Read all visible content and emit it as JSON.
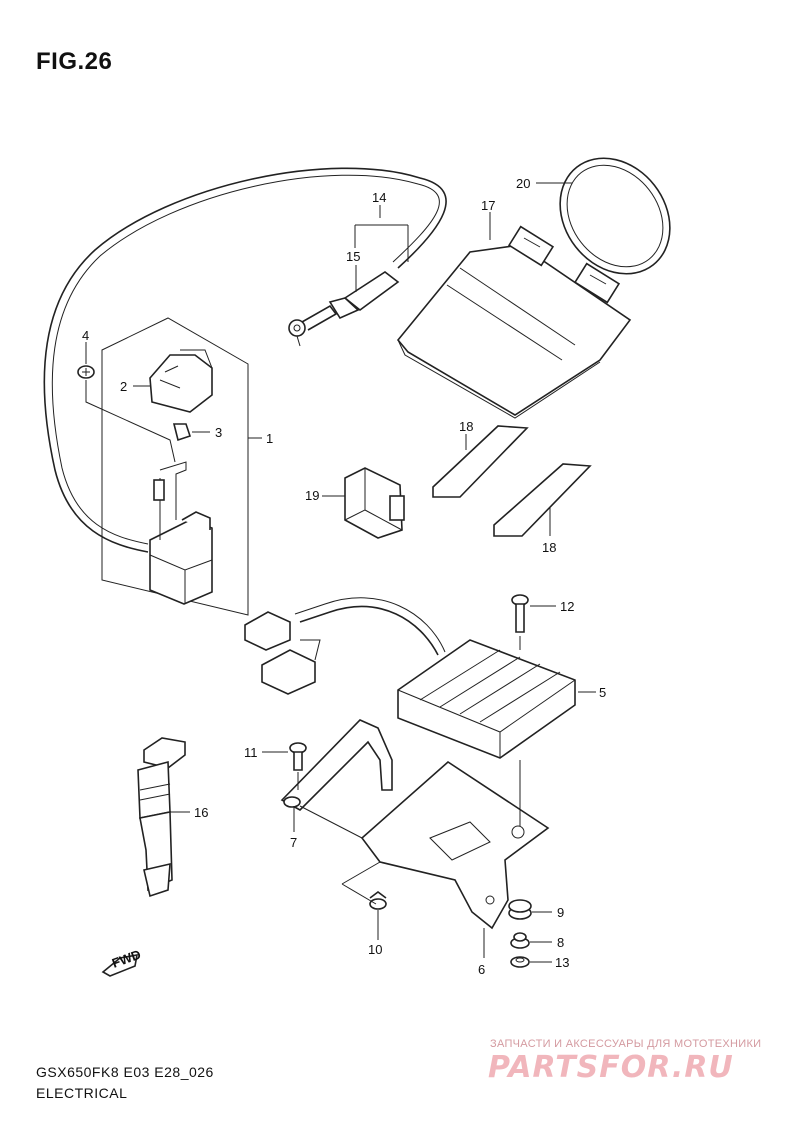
{
  "figure": {
    "title": "FIG.26"
  },
  "callouts": [
    "1",
    "2",
    "3",
    "4",
    "5",
    "6",
    "7",
    "8",
    "9",
    "10",
    "11",
    "12",
    "13",
    "14",
    "15",
    "16",
    "17",
    "18",
    "18",
    "19",
    "20"
  ],
  "fwd_badge": "FWD",
  "footer": {
    "model_code": "GSX650FK8 E03 E28_026",
    "section": "ELECTRICAL"
  },
  "watermark": {
    "tagline": "ЗАПЧАСТИ И АКСЕССУАРЫ ДЛЯ МОТОТЕХНИКИ",
    "brand": "PARTSFOR.RU"
  },
  "colors": {
    "line": "#222222",
    "watermark": "#f1b6bc"
  }
}
